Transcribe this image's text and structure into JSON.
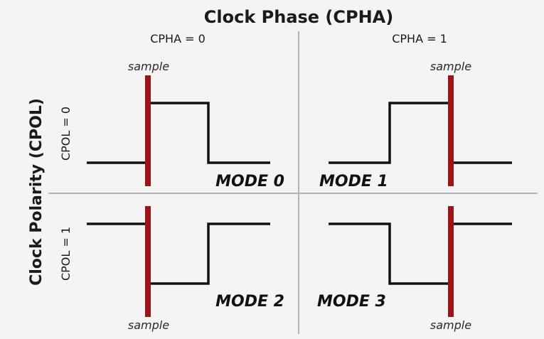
{
  "title": "Clock Phase (CPHA)",
  "side_title": "Clock Polarity (CPOL)",
  "columns": [
    "CPHA = 0",
    "CPHA = 1"
  ],
  "rows": [
    "CPOL = 0",
    "CPOL = 1"
  ],
  "sample_label": "sample",
  "modes": [
    {
      "label": "MODE 0",
      "cpol": 0,
      "cpha": 0
    },
    {
      "label": "MODE 1",
      "cpol": 0,
      "cpha": 1
    },
    {
      "label": "MODE 2",
      "cpol": 1,
      "cpha": 0
    },
    {
      "label": "MODE 3",
      "cpol": 1,
      "cpha": 1
    }
  ],
  "colors": {
    "background": "#f4f4f4",
    "sample_bar": "#9c1416",
    "clock_line": "#111111",
    "divider": "#b4b4b4"
  }
}
